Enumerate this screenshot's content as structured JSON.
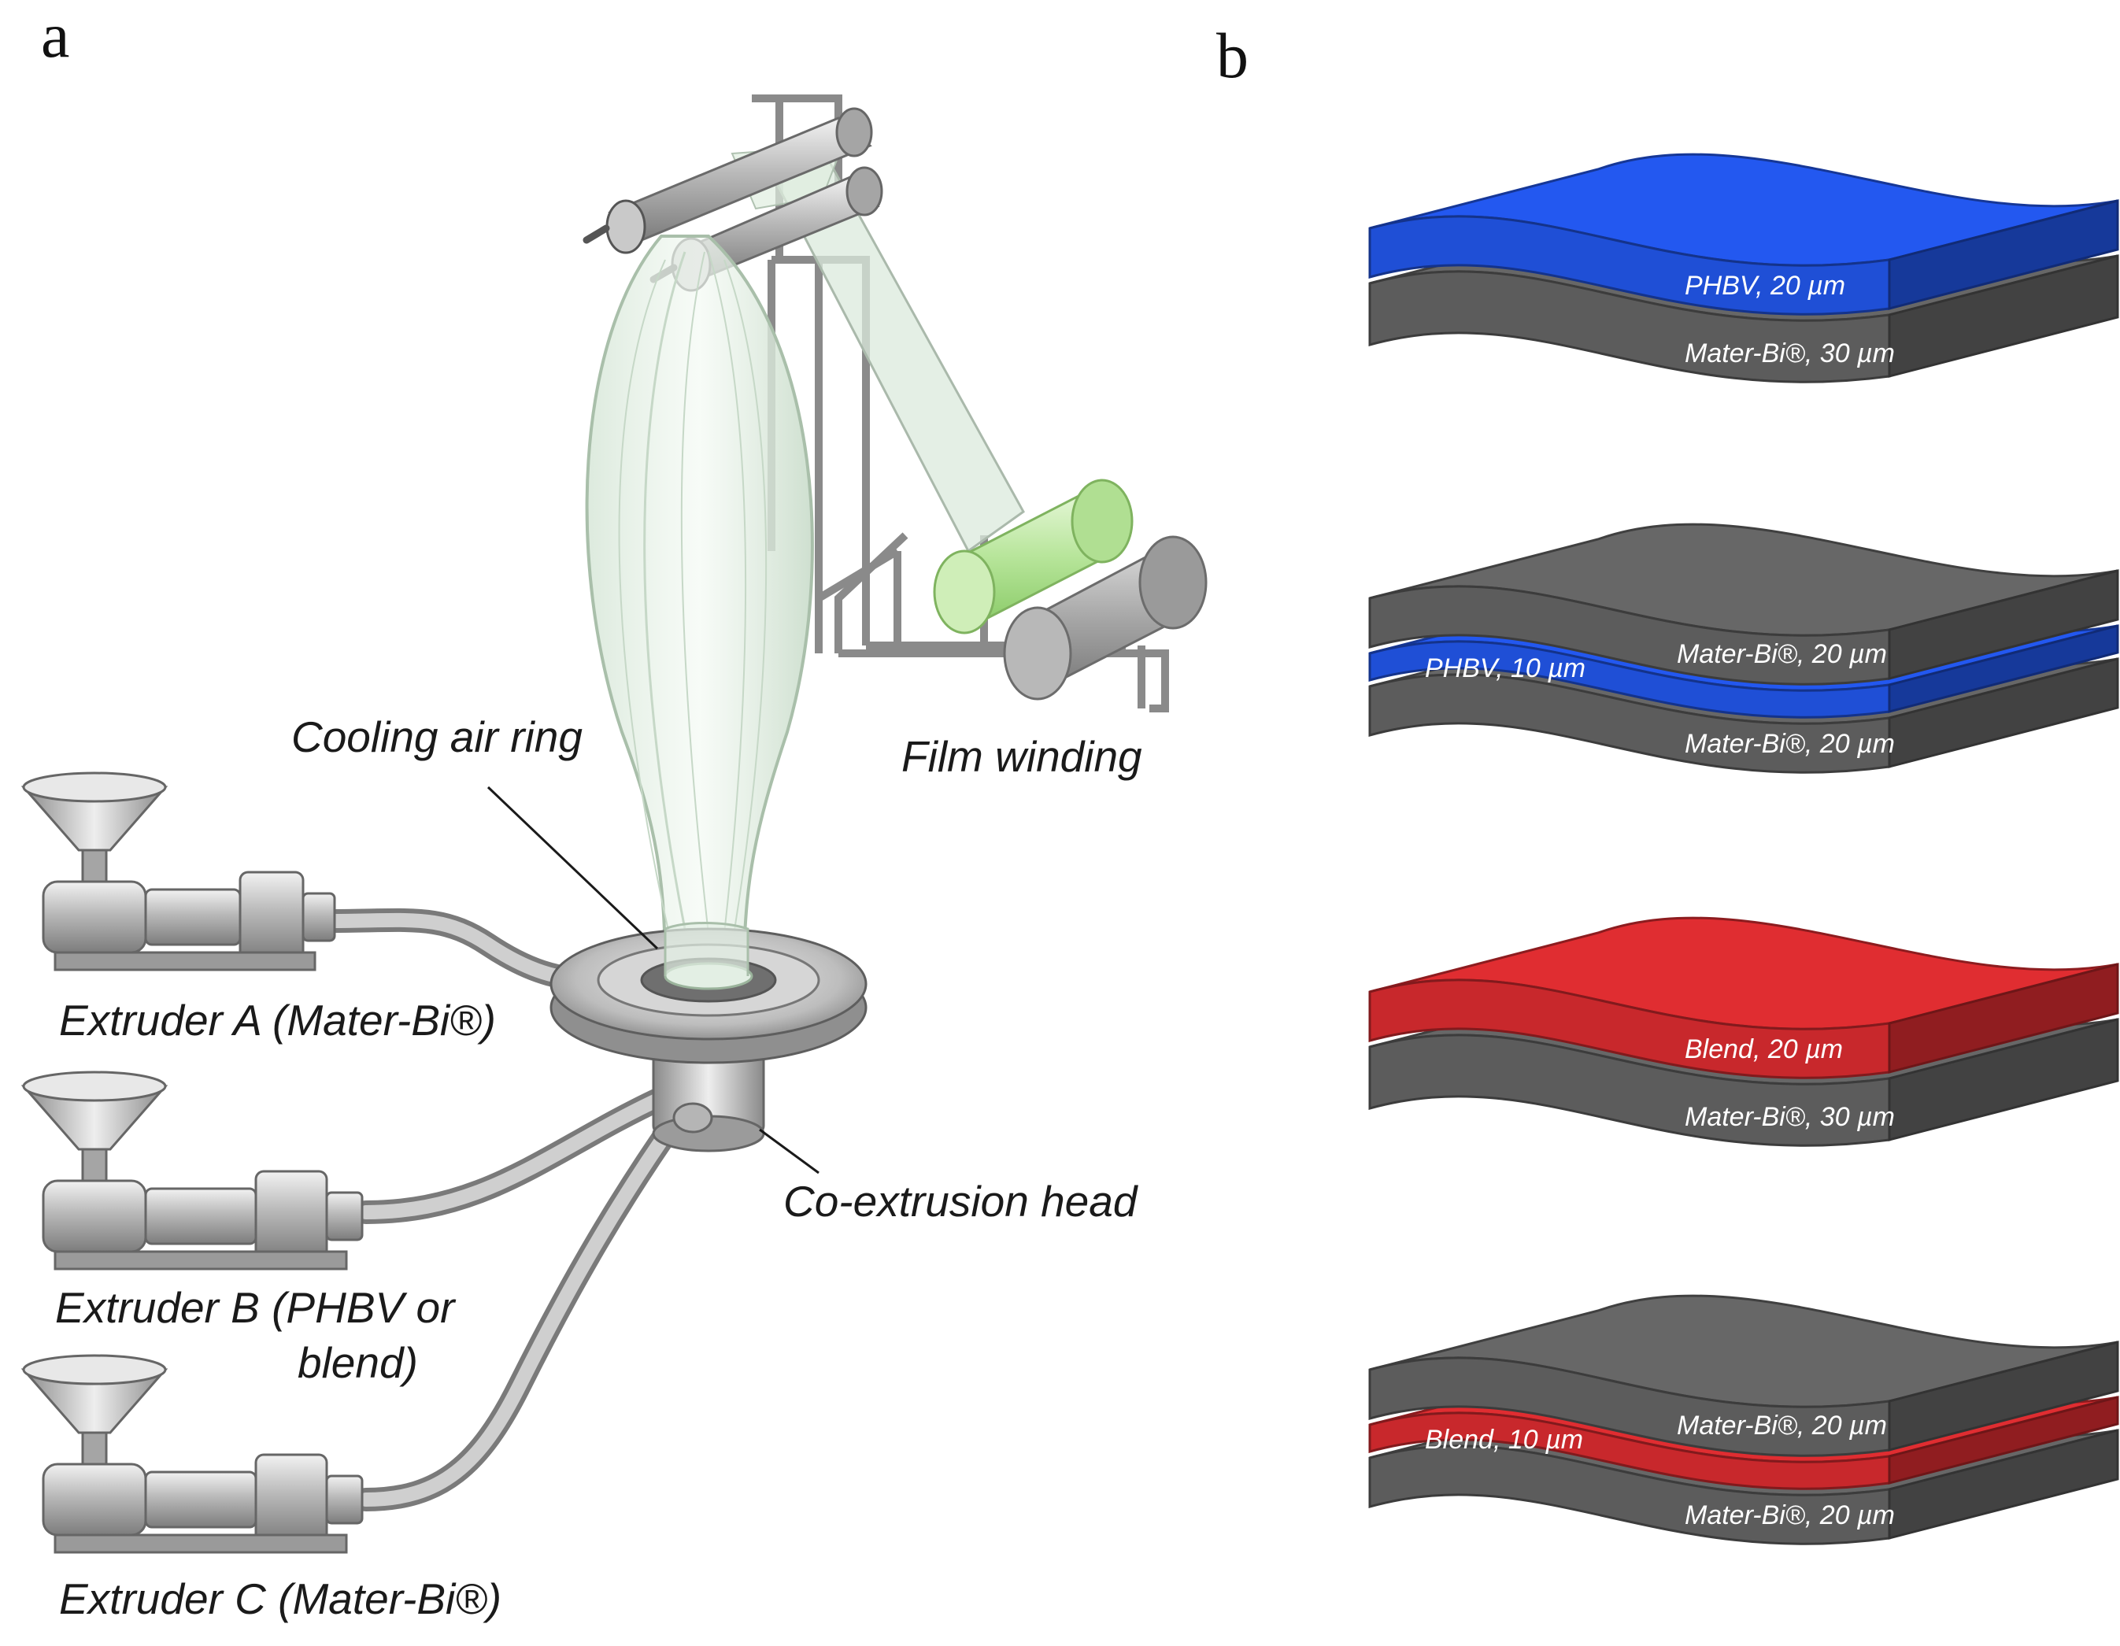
{
  "panels": {
    "a": "a",
    "b": "b"
  },
  "process": {
    "labels": {
      "cooling_air_ring": "Cooling air ring",
      "film_winding": "Film winding",
      "extruder_a": "Extruder A (Mater-Bi®)",
      "extruder_b_line1": "Extruder B (PHBV or",
      "extruder_b_line2": "blend)",
      "co_extrusion_head": "Co-extrusion head",
      "extruder_c": "Extruder C (Mater-Bi®)"
    }
  },
  "films": [
    {
      "layers": [
        {
          "label": "PHBV, 20 µm",
          "color": "#1f4fd6"
        },
        {
          "label": "Mater-Bi®, 30 µm",
          "color": "#5c5c5c"
        }
      ]
    },
    {
      "layers": [
        {
          "label": "Mater-Bi®, 20 µm",
          "color": "#5c5c5c"
        },
        {
          "label": "PHBV, 10 µm",
          "color": "#1f4fd6"
        },
        {
          "label": "Mater-Bi®, 20 µm",
          "color": "#5c5c5c"
        }
      ]
    },
    {
      "layers": [
        {
          "label": "Blend, 20 µm",
          "color": "#c8282c"
        },
        {
          "label": "Mater-Bi®, 30 µm",
          "color": "#5c5c5c"
        }
      ]
    },
    {
      "layers": [
        {
          "label": "Mater-Bi®, 20 µm",
          "color": "#5c5c5c"
        },
        {
          "label": "Blend, 10 µm",
          "color": "#c8282c"
        },
        {
          "label": "Mater-Bi®, 20 µm",
          "color": "#5c5c5c"
        }
      ]
    }
  ]
}
